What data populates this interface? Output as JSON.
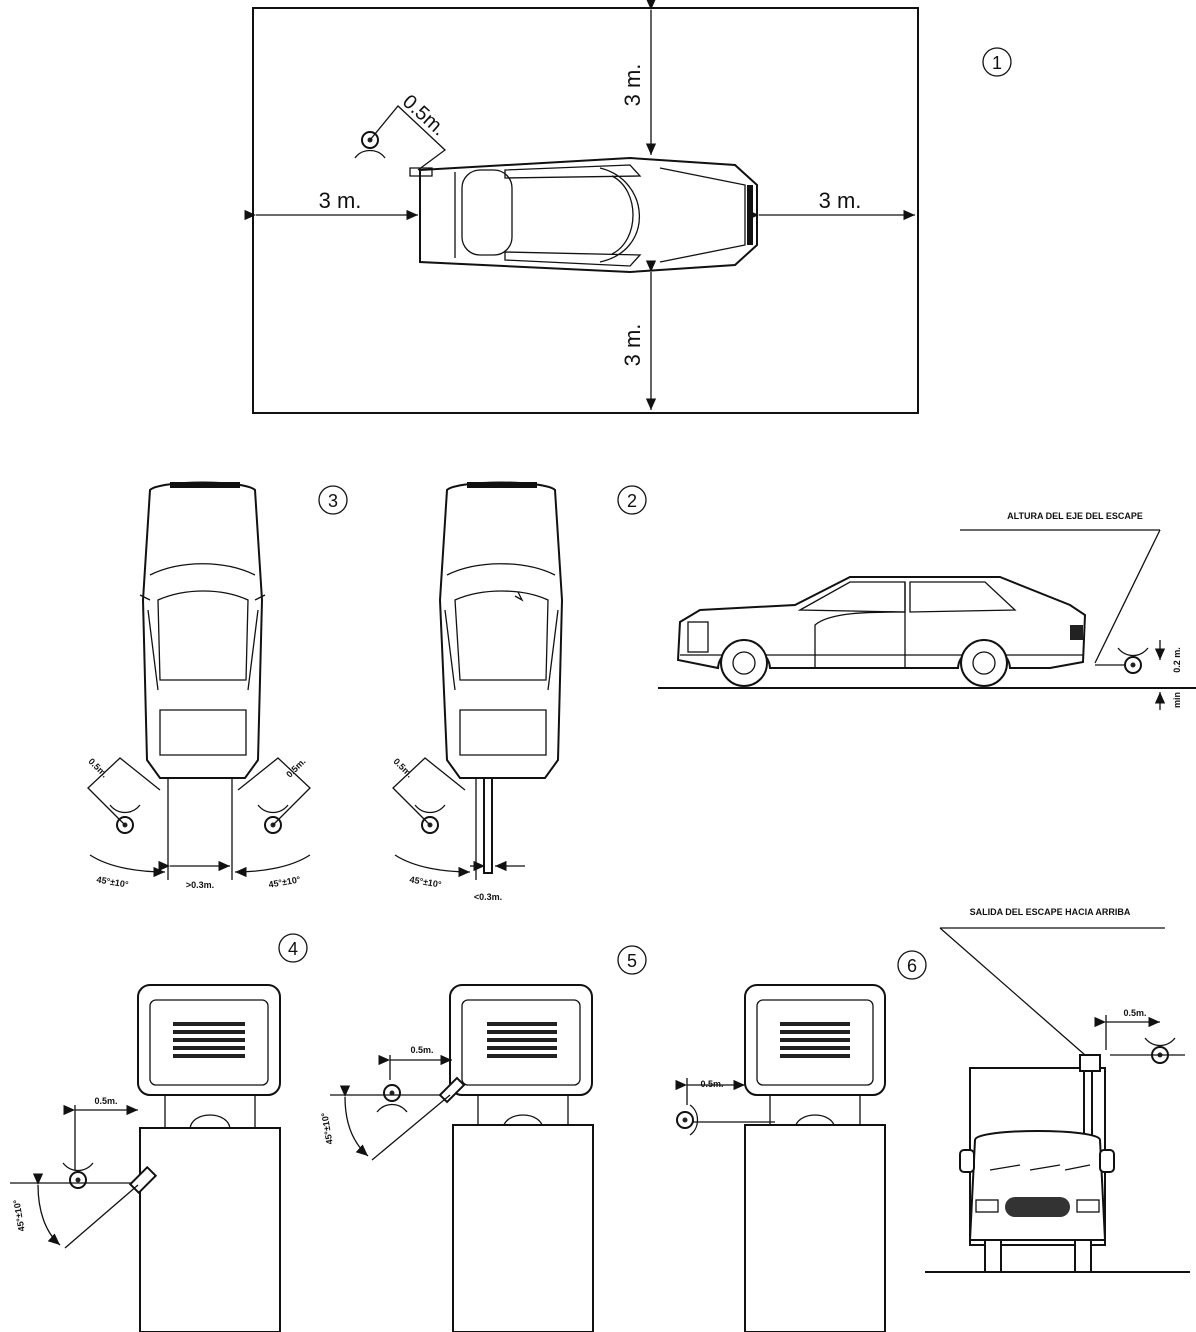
{
  "panel1": {
    "number": "1",
    "dist_top": "3 m.",
    "dist_bottom": "3 m.",
    "dist_left": "3 m.",
    "dist_right": "3 m.",
    "mic_offset": "0.5m."
  },
  "panel2": {
    "number": "2",
    "mic_offset": "0.5m.",
    "angle": "45°±10°",
    "min_dist": "<0.3m."
  },
  "panel3": {
    "number": "3",
    "mic_offset_left": "0.5m.",
    "mic_offset_right": "0.5m.",
    "angle_left": "45°±10°",
    "angle_right": "45°±10°",
    "min_dist": ">0.3m."
  },
  "side_view": {
    "caption": "ALTURA DEL EJE DEL ESCAPE",
    "height_above": "0.2 m.",
    "height_min": "min"
  },
  "panel4": {
    "number": "4",
    "mic_offset": "0.5m.",
    "angle": "45°±10°"
  },
  "panel5": {
    "number": "5",
    "mic_offset": "0.5m.",
    "angle": "45°±10°"
  },
  "panel6": {
    "number": "6",
    "mic_offset": "0.5m.",
    "caption": "SALIDA DEL ESCAPE HACIA ARRIBA",
    "mic_offset_right": "0.5m."
  }
}
